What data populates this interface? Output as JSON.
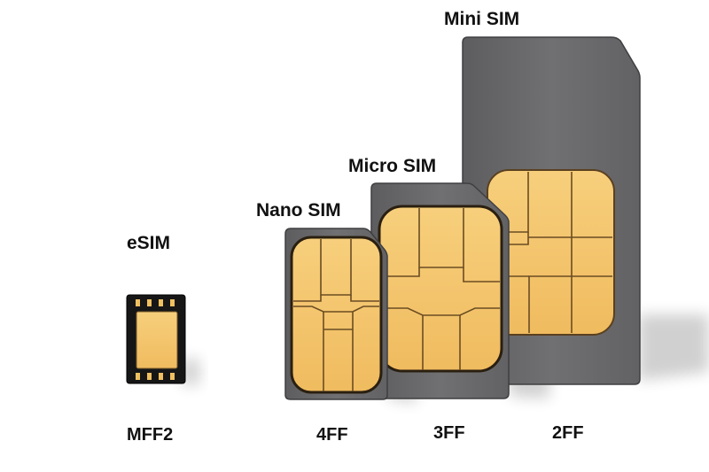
{
  "colors": {
    "card": "#6e6e70",
    "card_edge": "#4a4a4c",
    "chip": "#f3c56e",
    "chip_line": "#7a5a2a",
    "esim_body": "#1a1a1a",
    "esim_pad": "#f0c060"
  },
  "cards": [
    {
      "name": "eSIM",
      "code": "MFF2"
    },
    {
      "name": "Nano SIM",
      "code": "4FF"
    },
    {
      "name": "Micro SIM",
      "code": "3FF"
    },
    {
      "name": "Mini SIM",
      "code": "2FF"
    }
  ]
}
